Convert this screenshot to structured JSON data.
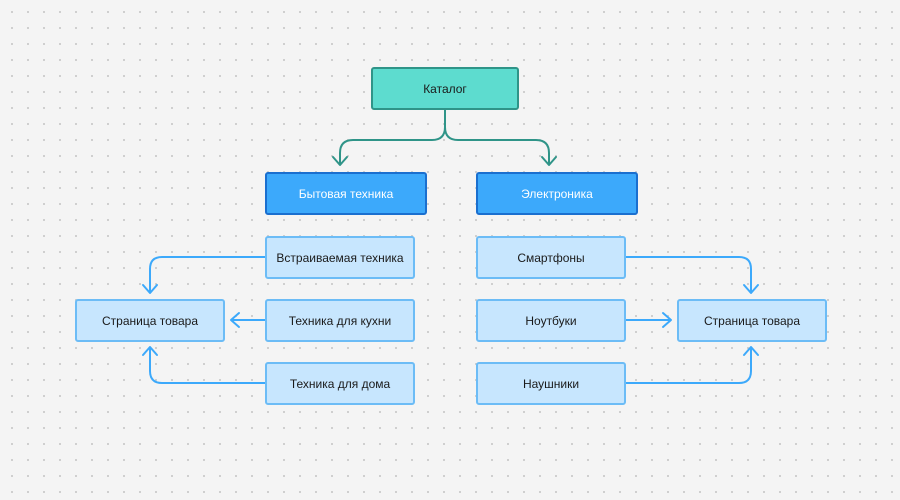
{
  "diagram": {
    "root": {
      "label": "Каталог"
    },
    "categories": [
      {
        "label": "Бытовая техника"
      },
      {
        "label": "Электроника"
      }
    ],
    "left_items": [
      {
        "label": "Встраиваемая техника"
      },
      {
        "label": "Техника для кухни"
      },
      {
        "label": "Техника для дома"
      }
    ],
    "right_items": [
      {
        "label": "Смартфоны"
      },
      {
        "label": "Ноутбуки"
      },
      {
        "label": "Наушники"
      }
    ],
    "product_pages": [
      {
        "label": "Страница товара"
      },
      {
        "label": "Страница товара"
      }
    ],
    "colors": {
      "root_fill": "#5ddccf",
      "root_border": "#2f9488",
      "category_fill": "#3ca9fb",
      "category_border": "#1a6fcf",
      "item_fill": "#c7e6fe",
      "item_border": "#6cbcf6",
      "connector_root": "#2f9488",
      "connector_items": "#3ca9fb",
      "background": "#f4f4f4"
    }
  }
}
